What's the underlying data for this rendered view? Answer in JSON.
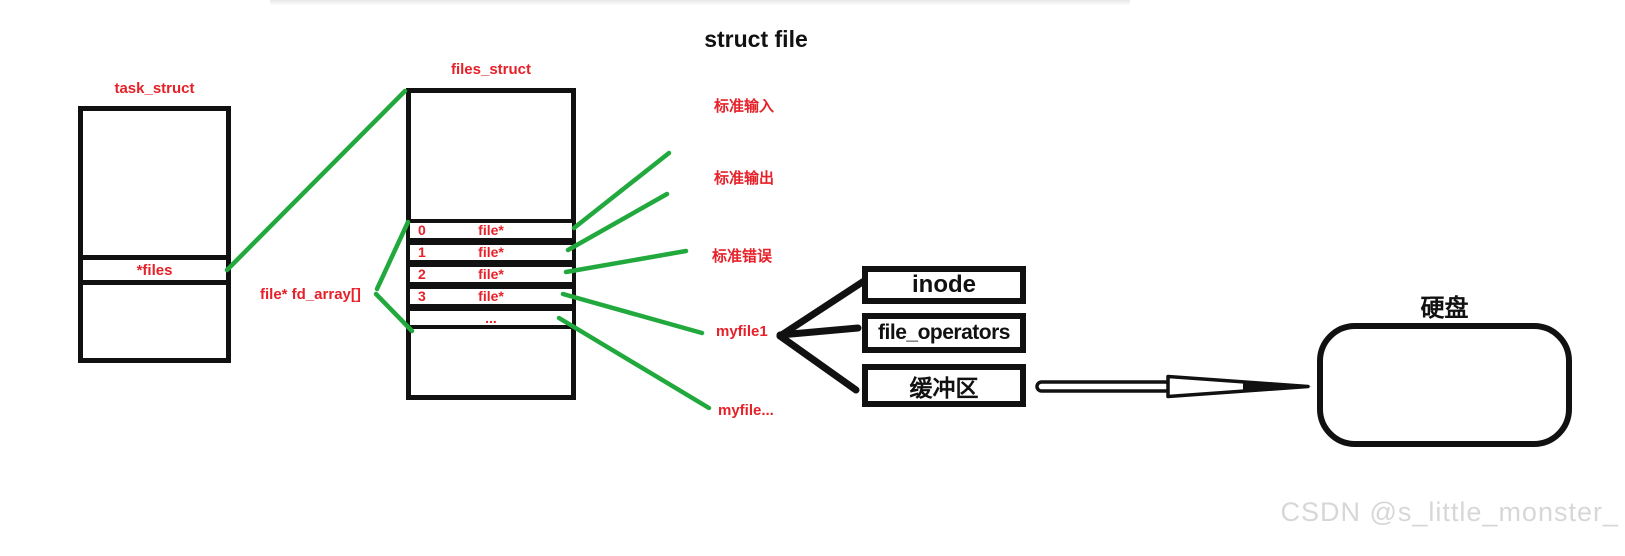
{
  "title": "struct file",
  "colors": {
    "label_red": "#e62129",
    "pointer_green": "#22a93e",
    "line_black": "#111111",
    "watermark_gray": "#d7d7d7"
  },
  "task_struct": {
    "label": "task_struct",
    "cell": "*files"
  },
  "files_struct": {
    "label": "files_struct",
    "pointer_label": "file* fd_array[]",
    "rows": [
      {
        "index": "0",
        "value": "file*"
      },
      {
        "index": "1",
        "value": "file*"
      },
      {
        "index": "2",
        "value": "file*"
      },
      {
        "index": "3",
        "value": "file*"
      },
      {
        "index": "",
        "value": "..."
      }
    ]
  },
  "fd_targets": [
    {
      "label": "标准输入"
    },
    {
      "label": "标准输出"
    },
    {
      "label": "标准错误"
    },
    {
      "label": "myfile1"
    },
    {
      "label": "myfile..."
    }
  ],
  "file_components": [
    {
      "label": "inode"
    },
    {
      "label": "file_operators"
    },
    {
      "label": "缓冲区"
    }
  ],
  "disk": {
    "label": "硬盘"
  },
  "watermark": "CSDN @s_little_monster_"
}
